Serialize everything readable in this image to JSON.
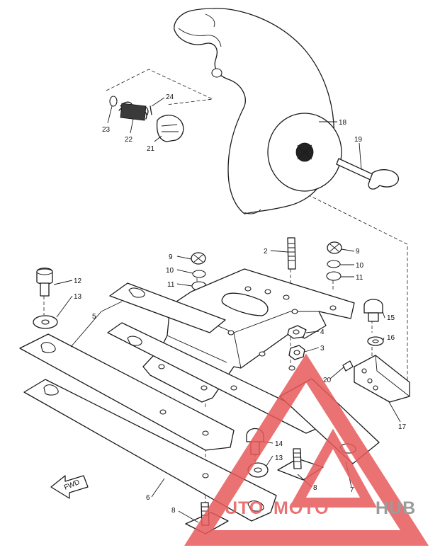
{
  "callouts": {
    "c2": "2",
    "c3": "3",
    "c4": "4",
    "c5": "5",
    "c6": "6",
    "c7": "7",
    "c8a": "8",
    "c8b": "8",
    "c9a": "9",
    "c9b": "9",
    "c10a": "10",
    "c10b": "10",
    "c11a": "11",
    "c11b": "11",
    "c12": "12",
    "c13a": "13",
    "c13b": "13",
    "c14": "14",
    "c15": "15",
    "c16": "16",
    "c17": "17",
    "c18": "18",
    "c19": "19",
    "c20": "20",
    "c21": "21",
    "c22": "22",
    "c23": "23",
    "c24": "24"
  },
  "fwd_label": "FWD",
  "watermark": {
    "brand_part1": "AUTO",
    "brand_part2": "MOTO",
    "brand_part3": "HUB",
    "color_red": "#e85a5a",
    "color_gray": "#8a8a8a"
  }
}
